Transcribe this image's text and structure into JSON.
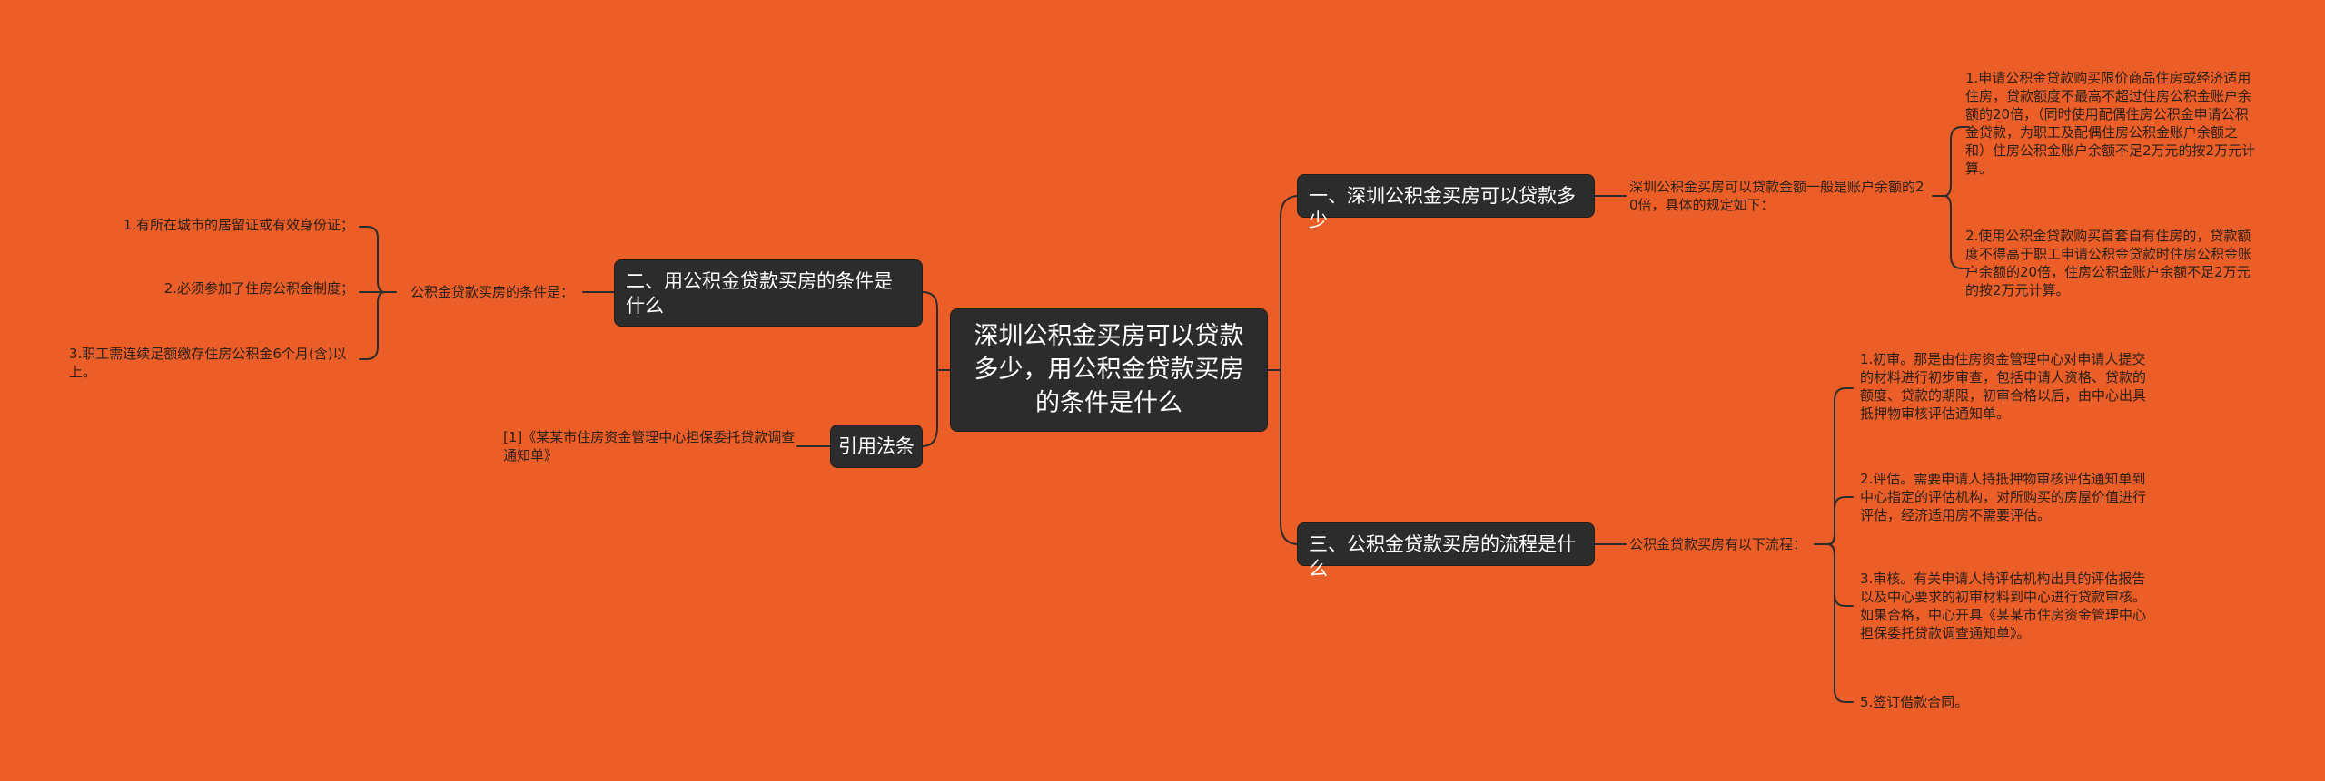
{
  "root": {
    "title": "深圳公积金买房可以贷款多少，用公积金贷款买房的条件是什么"
  },
  "branches": {
    "amount": {
      "title": "一、深圳公积金买房可以贷款多少",
      "intro": "深圳公积金买房可以贷款金额一般是账户余额的20倍，具体的规定如下：",
      "items": [
        "1.申请公积金贷款购买限价商品住房或经济适用住房，贷款额度不最高不超过住房公积金账户余额的20倍，（同时使用配偶住房公积金申请公积金贷款，为职工及配偶住房公积金账户余额之和）住房公积金账户余额不足2万元的按2万元计算。",
        "2.使用公积金贷款购买首套自有住房的，贷款额度不得高于职工申请公积金贷款时住房公积金账户余额的20倍，住房公积金账户余额不足2万元的按2万元计算。"
      ]
    },
    "conditions": {
      "title": "二、用公积金贷款买房的条件是什么",
      "intro": "公积金贷款买房的条件是：",
      "items": [
        "1.有所在城市的居留证或有效身份证；",
        "2.必须参加了住房公积金制度；",
        "3.职工需连续足额缴存住房公积金6个月(含)以上。"
      ]
    },
    "process": {
      "title": "三、公积金贷款买房的流程是什么",
      "intro": "公积金贷款买房有以下流程：",
      "items": [
        "1.初审。那是由住房资金管理中心对申请人提交的材料进行初步审查，包括申请人资格、贷款的额度、贷款的期限，初审合格以后，由中心出具抵押物审核评估通知单。",
        "2.评估。需要申请人持抵押物审核评估通知单到中心指定的评估机构，对所购买的房屋价值进行评估，经济适用房不需要评估。",
        "3.审核。有关申请人持评估机构出具的评估报告以及中心要求的初审材料到中心进行贷款审核。如果合格，中心开具《某某市住房资金管理中心担保委托贷款调查通知单》。",
        "5.签订借款合同。"
      ]
    },
    "citation": {
      "title": "引用法条",
      "items": [
        "[1]《某某市住房资金管理中心担保委托贷款调查通知单》"
      ]
    }
  }
}
